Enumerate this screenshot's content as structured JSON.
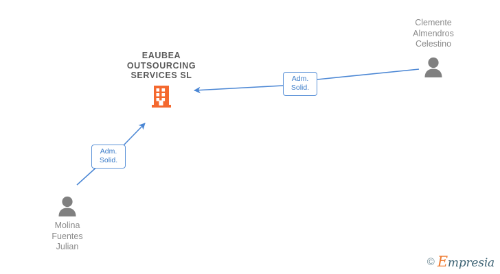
{
  "graph": {
    "company": {
      "name": "EAUBEA\nOUTSOURCING\nSERVICES  SL",
      "icon": "building-icon",
      "color": "#f4692f"
    },
    "persons": [
      {
        "id": "clemente",
        "name": "Clemente\nAlmendros\nCelestino",
        "icon": "person-icon",
        "color": "#8a8a8a"
      },
      {
        "id": "molina",
        "name": "Molina\nFuentes\nJulian",
        "icon": "person-icon",
        "color": "#8a8a8a"
      }
    ],
    "edges": [
      {
        "id": "edge-clemente",
        "from": "clemente",
        "to": "company",
        "label": "Adm.\nSolid.",
        "color": "#4a86d4"
      },
      {
        "id": "edge-molina",
        "from": "molina",
        "to": "company",
        "label": "Adm.\nSolid.",
        "color": "#4a86d4"
      }
    ]
  },
  "watermark": {
    "copyright": "©",
    "brand_cap": "E",
    "brand_rest": "mpresia",
    "brand_color": "#ef7d34"
  }
}
